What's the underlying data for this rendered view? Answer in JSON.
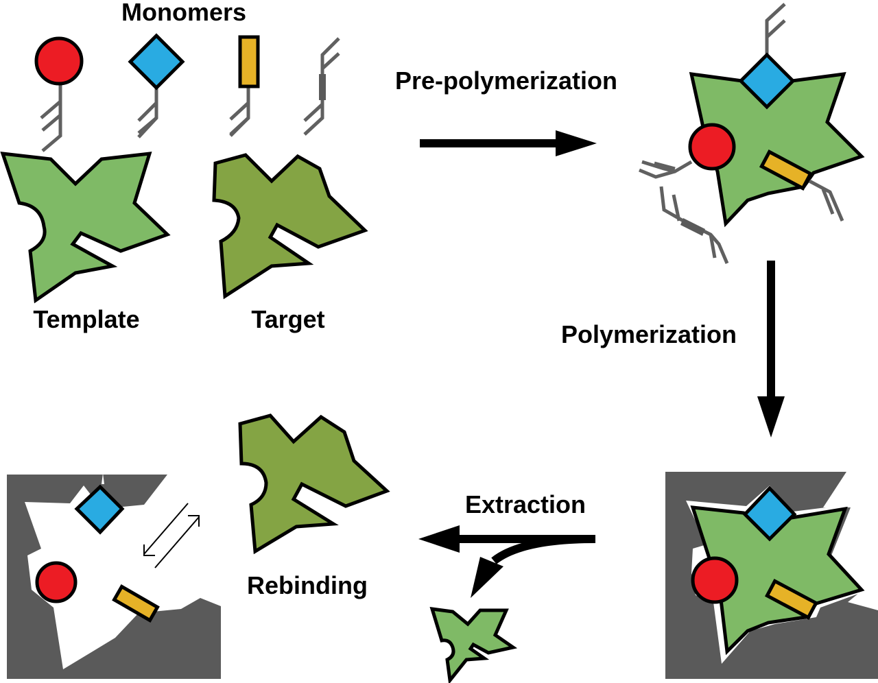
{
  "title": "Molecular imprinting process",
  "labels": {
    "monomers": "Monomers",
    "template": "Template",
    "target": "Target",
    "pre_polymerization": "Pre-polymerization",
    "polymerization": "Polymerization",
    "extraction": "Extraction",
    "rebinding": "Rebinding"
  },
  "colors": {
    "template_green": "#7fba66",
    "target_green": "#84a444",
    "red_monomer": "#ec1c24",
    "blue_monomer": "#29abe2",
    "yellow_monomer": "#e6b227",
    "crosslinker_gray": "#606060",
    "polymer_gray": "#5a5a5a",
    "outline": "#000000"
  },
  "monomers": [
    {
      "name": "red-circle-monomer",
      "shape": "circle"
    },
    {
      "name": "blue-diamond-monomer",
      "shape": "diamond"
    },
    {
      "name": "yellow-rectangle-monomer",
      "shape": "rectangle"
    },
    {
      "name": "crosslinker",
      "shape": "crosslinker"
    }
  ],
  "steps": [
    "Pre-polymerization",
    "Polymerization",
    "Extraction",
    "Rebinding"
  ]
}
